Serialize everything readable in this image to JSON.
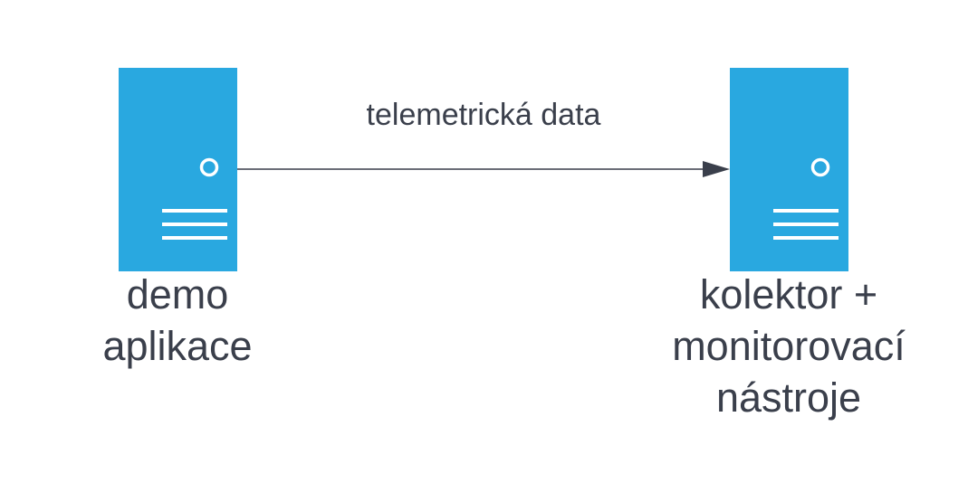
{
  "nodes": [
    {
      "id": "demo-app",
      "type": "server",
      "label_lines": [
        "demo",
        "aplikace"
      ]
    },
    {
      "id": "collector",
      "type": "server",
      "label_lines": [
        "kolektor +",
        "monitorovací",
        "nástroje"
      ]
    }
  ],
  "edge": {
    "from": "demo-app",
    "to": "collector",
    "label": "telemetrická data"
  },
  "colors": {
    "server_fill": "#29a8e0",
    "server_detail": "#ffffff",
    "text": "#3a3f4b",
    "edge_line": "#3a3f4b"
  }
}
